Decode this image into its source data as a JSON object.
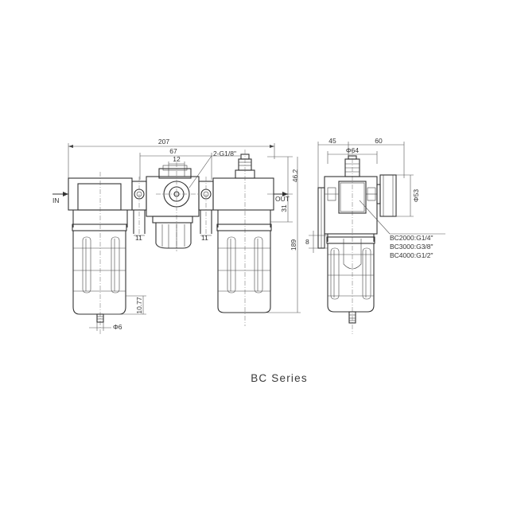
{
  "caption": "BC Series",
  "front_view": {
    "dims": {
      "overall_width": "207",
      "regulator_width": "67",
      "knob_width": "12",
      "port_thread": "2-G1/8\"",
      "top_height": "46.2",
      "port_height": "31",
      "overall_height": "189",
      "left_flange": "11",
      "right_flange": "11",
      "drain_length": "10.77",
      "drain_diameter": "Φ6"
    },
    "labels": {
      "in": "IN",
      "out": "OUT"
    }
  },
  "side_view": {
    "dims": {
      "left_depth": "45",
      "right_depth": "60",
      "body_diameter": "Φ64",
      "gauge_diameter": "Φ53",
      "bracket_height": "8"
    },
    "port_specs": [
      "BC2000:G1/4\"",
      "BC3000:G3/8\"",
      "BC4000:G1/2\""
    ]
  }
}
